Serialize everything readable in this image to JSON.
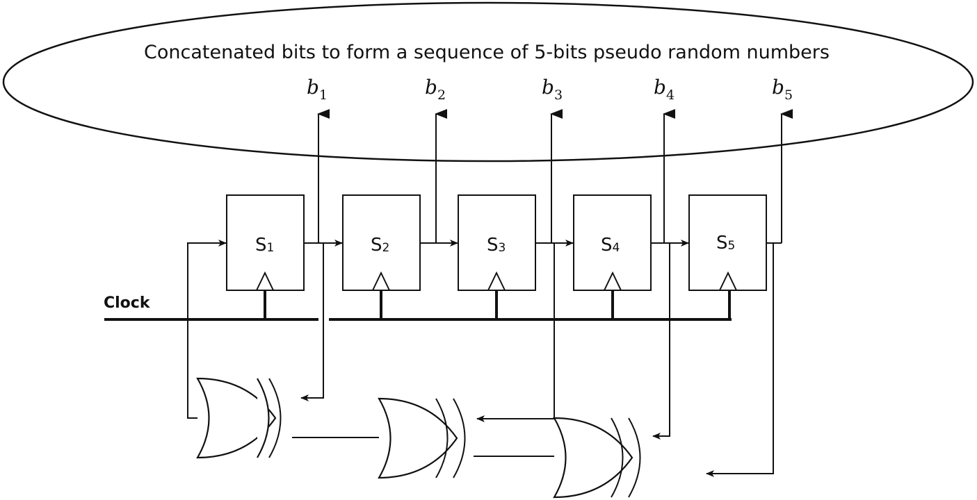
{
  "title": "Concatenated bits to form a sequence of 5-bits pseudo random numbers",
  "clock_label": "Clock",
  "registers": [
    {
      "letter": "S",
      "index": "1"
    },
    {
      "letter": "S",
      "index": "2"
    },
    {
      "letter": "S",
      "index": "3"
    },
    {
      "letter": "S",
      "index": "4"
    },
    {
      "letter": "S",
      "index": "5"
    }
  ],
  "bits": [
    {
      "letter": "b",
      "index": "1"
    },
    {
      "letter": "b",
      "index": "2"
    },
    {
      "letter": "b",
      "index": "3"
    },
    {
      "letter": "b",
      "index": "4"
    },
    {
      "letter": "b",
      "index": "5"
    }
  ],
  "gates": [
    "xor",
    "xor",
    "xor"
  ]
}
